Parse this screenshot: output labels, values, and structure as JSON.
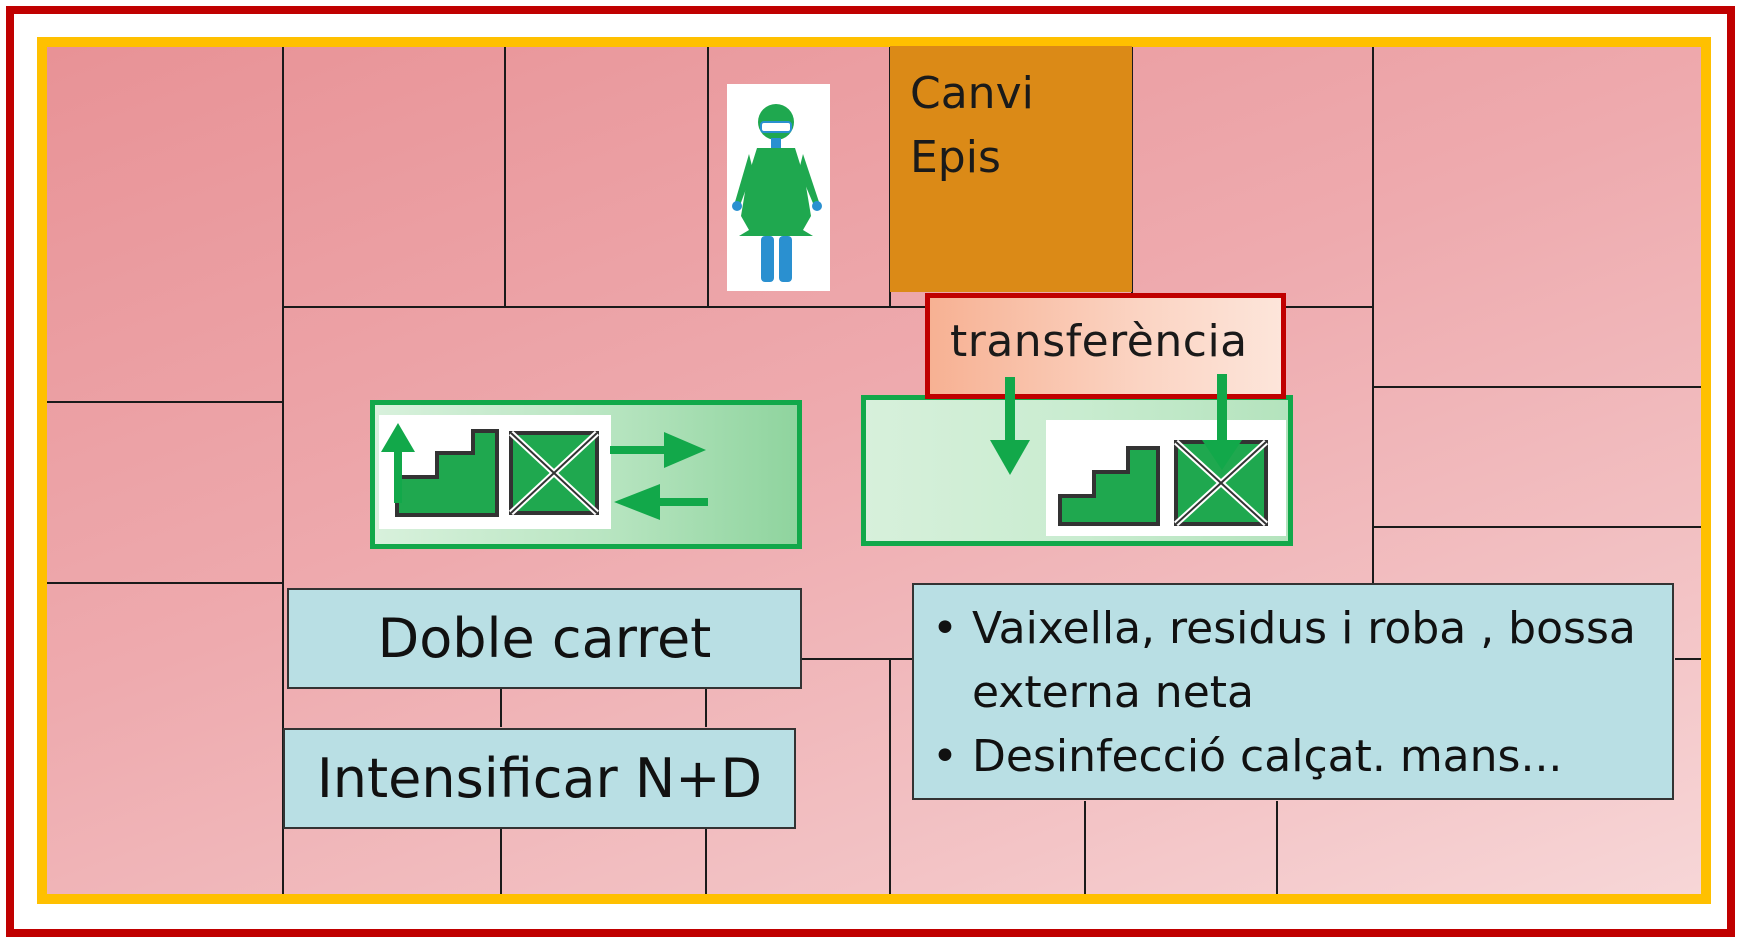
{
  "rooms": {
    "canvi_epis": {
      "line1": "Canvi",
      "line2": "Epis",
      "color": "#db8a17"
    },
    "transfer_label": "transferència"
  },
  "labels": {
    "doble_carret": "Doble carret",
    "intensificar": "Intensificar N+D"
  },
  "notes": [
    "Vaixella, residus i roba , bossa externa neta",
    "Desinfecció calçat. mans..."
  ],
  "icons": {
    "staff": "nurse-ppe-icon",
    "stairs": "stairs-icon",
    "crate": "crossed-box-icon"
  },
  "colors": {
    "outer_border": "#c00000",
    "floor_border": "#ffc000",
    "floor_fill": "#eeaaae",
    "cart_border": "#12a84a",
    "arrow": "#12a84a",
    "label_fill": "#b9dfe4",
    "transfer_border": "#c00000"
  }
}
